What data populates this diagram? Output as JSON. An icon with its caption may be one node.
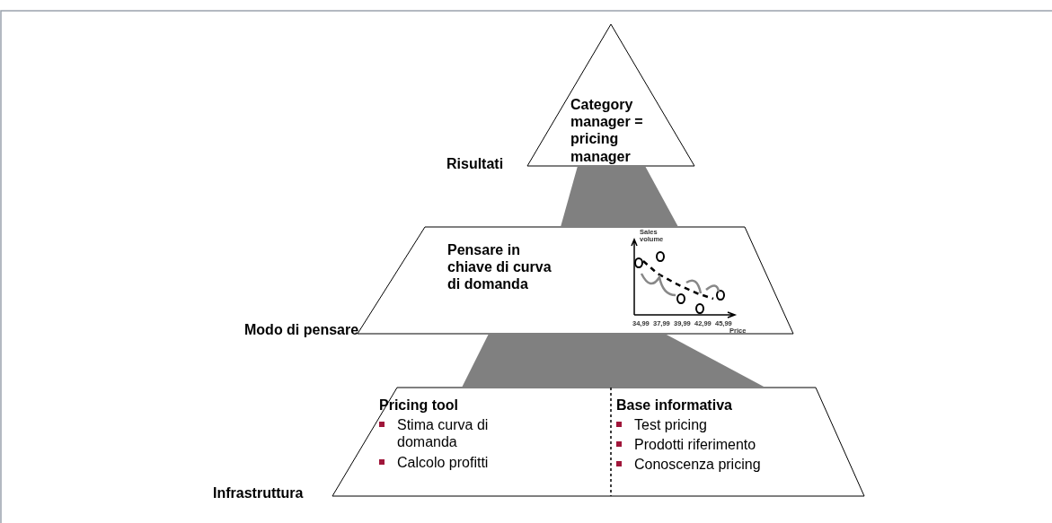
{
  "diagram": {
    "nodes": [
      {
        "text": [
          "Category manager = pricing manager"
        ]
      },
      {
        "text": [
          "Pensare in chiave di curva di domanda"
        ]
      },
      {
        "text": [
          "Pricing tool",
          "Stima curva di domanda",
          "Calcolo profitti",
          "Base informativa",
          "Test pricing",
          "Prodotti riferimento",
          "Conoscenza pricing"
        ]
      },
      {
        "text": [],
        "shape": "trapezoid"
      },
      {
        "text": [],
        "shape": "trapezoid"
      }
    ],
    "edges": [],
    "labels": [
      "Risultati",
      "Modo di pensare",
      "Infrastruttura",
      "Sales volume",
      "34,99",
      "37,99",
      "39,99",
      "42,99",
      "45,99",
      "Price"
    ]
  }
}
